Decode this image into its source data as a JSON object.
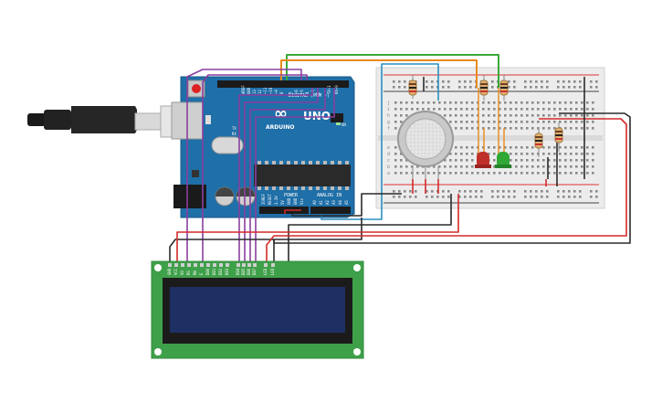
{
  "arduino": {
    "logo_symbol": "∞",
    "model": "UNO",
    "name": "ARDUINO",
    "digital_label": "DIGITAL (PWM ~)",
    "power_label": "POWER",
    "analog_label": "ANALOG IN",
    "on_label": "ON",
    "tx_label": "TX",
    "rx_label": "RX",
    "power_pins": [
      "IOREF",
      "RESET",
      "3.3V",
      "5V",
      "GND",
      "GND",
      "Vin"
    ],
    "analog_pins": [
      "A0",
      "A1",
      "A2",
      "A3",
      "A4",
      "A5"
    ],
    "digital_pins": [
      "AREF",
      "GND",
      "13",
      "12",
      "~11",
      "~10",
      "~9",
      "8",
      "7",
      "~6",
      "~5",
      "4",
      "~3",
      "2",
      "TX→1",
      "RX←0"
    ]
  },
  "lcd": {
    "pin_labels": [
      "GND",
      "VCC",
      "V0",
      "RS",
      "RW",
      "E",
      "DB0",
      "DB1",
      "DB2",
      "DB3",
      "DB4",
      "DB5",
      "DB6",
      "DB7",
      "LED",
      "LED"
    ]
  },
  "breadboard": {
    "row_letters_top": [
      "j",
      "i",
      "h",
      "g",
      "f"
    ],
    "row_letters_bottom": [
      "e",
      "d",
      "c",
      "b",
      "a"
    ]
  },
  "components": {
    "gas_sensor": "gas-sensor",
    "led_red_color": "#c0302a",
    "led_green_color": "#2fa836"
  },
  "colors": {
    "board": "#1f6fa8",
    "lcd_pcb": "#3fa04a",
    "lcd_screen": "#1e2f63",
    "wire_purple": "#8a3fa0",
    "wire_red": "#d42a2a",
    "wire_black": "#2b2b2b",
    "wire_orange": "#e88a1a",
    "wire_green": "#3aa83a",
    "wire_blue": "#2a8fc0"
  }
}
